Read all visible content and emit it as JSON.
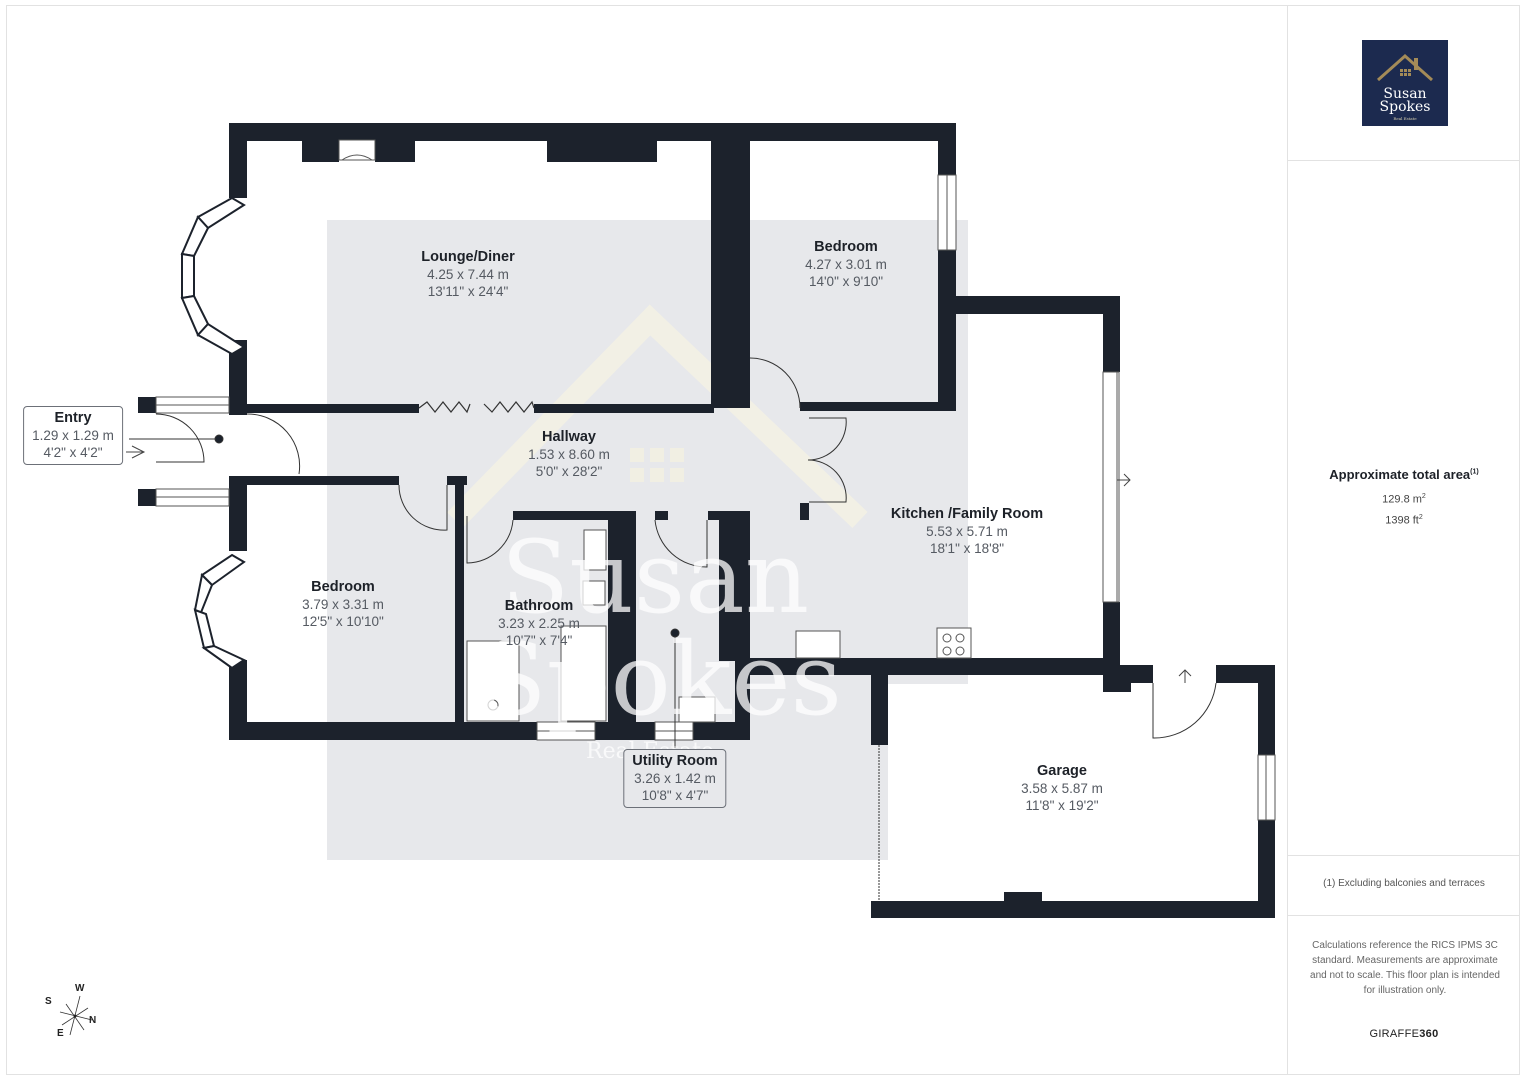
{
  "brand": {
    "logo_line1": "Susan",
    "logo_line2": "Spokes",
    "logo_line3": "Real Estate",
    "logo_bg": "#1c2a4f",
    "logo_accent": "#a48b58"
  },
  "summary": {
    "title": "Approximate total area",
    "title_sup": "(1)",
    "area_m2": "129.8 m",
    "area_m2_sup": "2",
    "area_ft2": "1398 ft",
    "area_ft2_sup": "2",
    "footnote": "(1) Excluding balconies and terraces",
    "disclaimer": "Calculations reference the RICS IPMS 3C standard. Measurements are approximate and not to scale. This floor plan is intended for illustration only.",
    "provider_prefix": "GIRAFFE",
    "provider_suffix": "360"
  },
  "watermark": {
    "line1": "Susan",
    "line2": "Spokes",
    "line3": "Real Estate"
  },
  "compass": {
    "n": "N",
    "s": "S",
    "e": "E",
    "w": "W"
  },
  "rooms": [
    {
      "name": "Lounge/Diner",
      "metric": "4.25 x 7.44 m",
      "imperial": "13'11\" x 24'4\""
    },
    {
      "name": "Bedroom",
      "metric": "4.27 x 3.01 m",
      "imperial": "14'0\" x 9'10\""
    },
    {
      "name": "Entry",
      "metric": "1.29 x 1.29 m",
      "imperial": "4'2\" x 4'2\""
    },
    {
      "name": "Hallway",
      "metric": "1.53 x 8.60 m",
      "imperial": "5'0\" x 28'2\""
    },
    {
      "name": "Kitchen /Family Room",
      "metric": "5.53 x 5.71 m",
      "imperial": "18'1\" x 18'8\""
    },
    {
      "name": "Bedroom",
      "metric": "3.79 x 3.31 m",
      "imperial": "12'5\" x 10'10\""
    },
    {
      "name": "Bathroom",
      "metric": "3.23 x 2.25 m",
      "imperial": "10'7\" x 7'4\""
    },
    {
      "name": "Utility Room",
      "metric": "3.26 x 1.42 m",
      "imperial": "10'8\" x 4'7\""
    },
    {
      "name": "Garage",
      "metric": "3.58 x 5.87 m",
      "imperial": "11'8\" x 19'2\""
    }
  ],
  "colors": {
    "wall": "#1c222c",
    "overlay": "#e7e8eb",
    "frame": "#e2e2e2"
  }
}
